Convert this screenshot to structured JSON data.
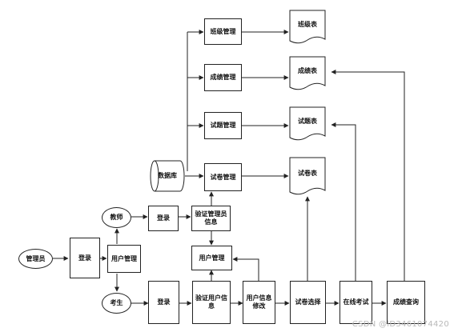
{
  "nodes": {
    "admin": "管理员",
    "login_admin": "登录",
    "user_mgmt_main": "用户管理",
    "teacher": "教师",
    "student": "考生",
    "login_teacher": "登录",
    "login_student": "登录",
    "verify_admin": "验证管理员信息",
    "user_mgmt_center": "用户管理",
    "verify_user": "验证用户信息",
    "user_info_modify": "用户信息修改",
    "exam_select": "试卷选择",
    "online_exam": "在线考试",
    "score_query": "成绩查询",
    "database": "数据库",
    "class_mgmt": "班级管理",
    "score_mgmt": "成绩管理",
    "question_mgmt": "试题管理",
    "paper_mgmt": "试卷管理",
    "class_table": "班级表",
    "score_table": "成绩表",
    "question_table": "试题表",
    "paper_table": "试卷表"
  },
  "watermark": "CSDN @lD3461074420"
}
